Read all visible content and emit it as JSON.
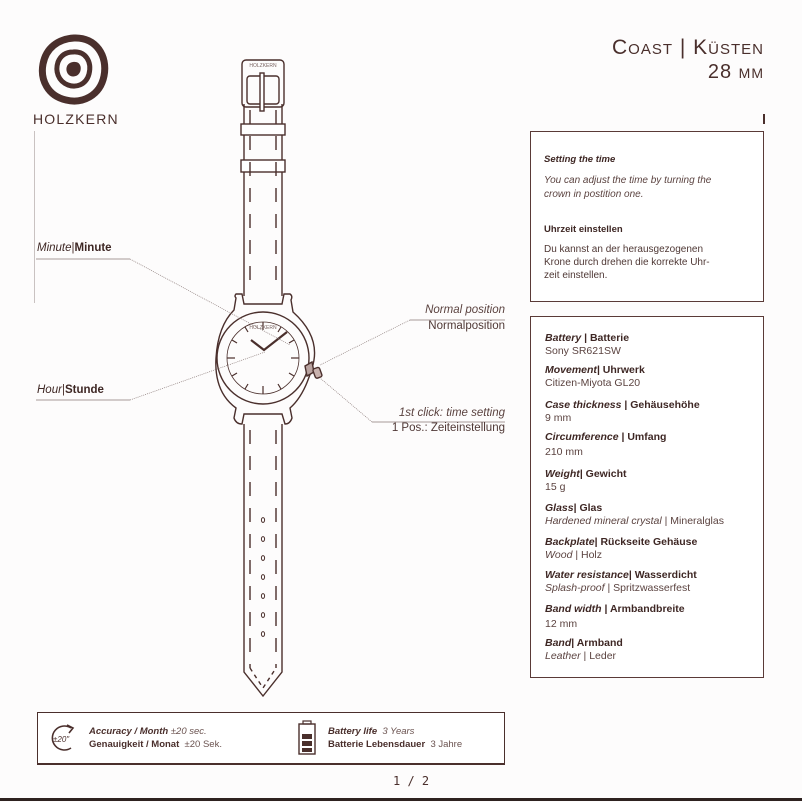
{
  "brand": {
    "name": "HOLZKERN",
    "logo_icon": "concentric-wood-ring-icon"
  },
  "header": {
    "title": "Coast | Küsten",
    "subtitle": "28 mm"
  },
  "illustration": {
    "buckle_text": "HOLZKERN",
    "dial_text": "HOLZKERN",
    "strap_holes": 7
  },
  "callouts": {
    "minute": {
      "en": "Minute",
      "de": "Minute"
    },
    "hour": {
      "en": "Hour",
      "de": "Stunde"
    },
    "normal_position": {
      "en": "Normal position",
      "de": "Normalposition"
    },
    "first_click": {
      "en": "1st click: time setting",
      "de": "1 Pos.: Zeiteinstellung"
    }
  },
  "setting_box": {
    "en_heading": "Setting the time",
    "en_text_line1": "You can adjust the time by turning the",
    "en_text_line2": "crown in postition one.",
    "de_heading": "Uhrzeit einstellen",
    "de_text_line1": "Du kannst an der herausgezogenen",
    "de_text_line2": "Krone durch drehen die korrekte Uhr-",
    "de_text_line3": "zeit einstellen."
  },
  "specs": [
    {
      "en": "Battery",
      "de": "Batterie",
      "value_en": "",
      "value_de": "Sony SR621SW"
    },
    {
      "en": "Movement",
      "de": "Uhrwerk",
      "value_en": "",
      "value_de": "Citizen-Miyota GL20"
    },
    {
      "en": "Case thickness",
      "de": "Gehäusehöhe",
      "value_en": "",
      "value_de": "9 mm"
    },
    {
      "en": "Circumference",
      "de": "Umfang",
      "value_en": "",
      "value_de": "210 mm"
    },
    {
      "en": "Weight",
      "de": "Gewicht",
      "value_en": "",
      "value_de": "15 g"
    },
    {
      "en": "Glass",
      "de": "Glas",
      "value_en": "Hardened mineral crystal",
      "value_de": "Mineralglas"
    },
    {
      "en": "Backplate",
      "de": "Rückseite Gehäuse",
      "value_en": "Wood",
      "value_de": "Holz"
    },
    {
      "en": "Water resistance",
      "de": "Wasserdicht",
      "value_en": "Splash-proof",
      "value_de": "Spritzwasserfest"
    },
    {
      "en": "Band width",
      "de": "Armbandbreite",
      "value_en": "",
      "value_de": "12 mm"
    },
    {
      "en": "Band",
      "de": "Armband",
      "value_en": "Leather",
      "value_de": "Leder"
    }
  ],
  "footer": {
    "accuracy_icon_label": "±20\"",
    "accuracy_en": "Accuracy / Month",
    "accuracy_en_value": "±20 sec.",
    "accuracy_de": "Genauigkeit / Monat",
    "accuracy_de_value": "±20 Sek.",
    "battery_en": "Battery life",
    "battery_en_value": "3 Years",
    "battery_de": "Batterie Lebensdauer",
    "battery_de_value": "3 Jahre"
  },
  "page_number": "1 / 2",
  "separator": "|"
}
